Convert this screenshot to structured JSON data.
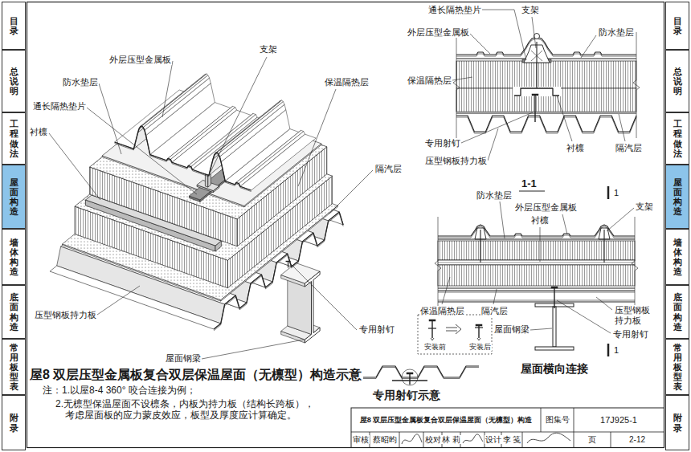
{
  "diagram": {
    "title": "屋8 双层压型金属板复合双层保温屋面（无檩型）构造",
    "caption": "屋8 双层压型金属板复合双层保温屋面（无檩型）构造示意",
    "nodes": [
      {
        "text": [
          "目录"
        ]
      },
      {
        "text": [
          "总说明"
        ]
      },
      {
        "text": [
          "工程做法"
        ]
      },
      {
        "text": [
          "屋面构造"
        ]
      },
      {
        "text": [
          "墙体构造"
        ]
      },
      {
        "text": [
          "底面构造"
        ]
      },
      {
        "text": [
          "常用板型表"
        ]
      },
      {
        "text": [
          "附录"
        ]
      },
      {
        "text": [
          "目录"
        ]
      },
      {
        "text": [
          "总说明"
        ]
      },
      {
        "text": [
          "工程做法"
        ]
      },
      {
        "text": [
          "屋面构造"
        ]
      },
      {
        "text": [
          "墙体构造"
        ]
      },
      {
        "text": [
          "底面构造"
        ]
      },
      {
        "text": [
          "常用板型表"
        ]
      },
      {
        "text": [
          "附录"
        ]
      }
    ],
    "labels": [
      "外层压型金属板",
      "支架",
      "防水垫层",
      "保温隔热层",
      "通长隔热垫片",
      "衬檩",
      "隔汽层",
      "压型钢板持力板",
      "专用射钉",
      "屋面钢梁",
      "通长隔热垫片",
      "支架",
      "外层压型金属板",
      "防水垫层",
      "保温隔热层",
      "专用射钉",
      "衬檩",
      "隔汽层",
      "压型钢板持力板",
      "1-1",
      "1",
      "防水垫层",
      "外层压型金属板",
      "支架",
      "衬檩",
      "保温隔热层",
      "隔汽层",
      "压型钢板 持力板",
      "屋面钢梁",
      "专用射钉",
      "1",
      "屋面横向连接",
      "安装前",
      "安装后",
      "专用射钉示意",
      "注：1.以屋8-4 360° 咬合连接为例；",
      "2.无檩型保温屋面不设檩条，内板为持力板（结构长跨板）， 考虑屋面板的应力蒙皮效应，板型及厚度应计算确定。",
      "图集号",
      "17J925-1",
      "审核",
      "蔡昭昀",
      "校对",
      "林 莉",
      "设计",
      "李 笺",
      "页",
      "2-12"
    ]
  }
}
